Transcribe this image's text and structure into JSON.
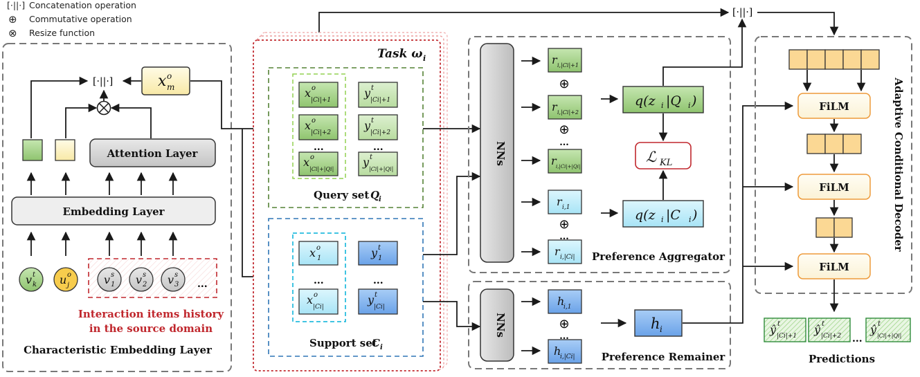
{
  "legend": {
    "concat_symbol": "[·||·]",
    "concat": "Concatenation operation",
    "commutative_symbol": "⊕",
    "commutative": "Commutative operation",
    "resize_symbol": "⊗",
    "resize": "Resize function"
  },
  "embedding_panel": {
    "title": "Characteristic Embedding Layer",
    "embedding_layer": "Embedding Layer",
    "attention_layer": "Attention Layer",
    "concat_op": "[·||·]",
    "resize_op": "⊗",
    "xmo_base": "x",
    "xmo_sup": "o",
    "xmo_sub": "m",
    "vk_base": "v",
    "vk_sup": "t",
    "vk_sub": "k",
    "uj_base": "u",
    "uj_sup": "o",
    "uj_sub": "j",
    "v1_base": "v",
    "v1_sup": "s",
    "v1_sub": "1",
    "v2_base": "v",
    "v2_sup": "s",
    "v2_sub": "2",
    "v3_base": "v",
    "v3_sup": "s",
    "v3_sub": "3",
    "ellipsis": "...",
    "history_line1": "Interaction items history",
    "history_line2": "in the source domain",
    "history_color": "#c0272d"
  },
  "task": {
    "title_text": "Task ω",
    "title_sub": "i",
    "query_label": "Query set ",
    "query_sym": "Q",
    "query_sub": "i",
    "support_label": "Support set ",
    "support_sym": "C",
    "support_sub": "i",
    "q_x1_sub": "|Ci|+1",
    "q_x2_sub": "|Ci|+2",
    "q_x3_sub": "|Ci|+|Qi|",
    "q_y1_sub": "|Ci|+1",
    "q_y2_sub": "|Ci|+2",
    "q_y3_sub": "|Ci|+|Qi|",
    "s_x1_sub": "1",
    "s_x2_sub": "|Ci|",
    "s_y1_sub": "1",
    "s_y2_sub": "|Ci|",
    "x_base": "x",
    "x_sup": "o",
    "y_base": "y",
    "y_sup": "t",
    "dots": "..."
  },
  "aggregator": {
    "title": "Preference Aggregator",
    "nns": "NNs",
    "r_base": "r",
    "r1_sub": "i,|Ci|+1",
    "r2_sub": "i,|Ci|+2",
    "r3_sub": "i,|Ci|+|Qi|",
    "r4_sub": "i,1",
    "r5_sub": "i,|Ci|",
    "plus": "⊕",
    "dots": "...",
    "qQ": "q(z",
    "qQ_sub": "i",
    "qQ_tail": "|Q",
    "qC_tail": "|C",
    "kl": "ℒ",
    "kl_sub": "KL"
  },
  "remainer": {
    "title": "Preference Remainer",
    "nns": "NNs",
    "h_base": "h",
    "h1_sub": "i,1",
    "h2_sub": "i,|Ci|",
    "plus": "⊕",
    "hi_base": "h",
    "hi_sub": "i"
  },
  "decoder": {
    "title": "Adaptive Conditional Decoder",
    "film1": "FiLM",
    "film2": "FiLM",
    "film3": "FiLM",
    "concat_op": "[·||·]"
  },
  "predictions": {
    "title": "Predictions",
    "y_base": "ŷ",
    "y_sup": "t",
    "p1_sub": "|Ci|+1",
    "p2_sub": "|Ci|+2",
    "p3_sub": "|Ci|+|Qi|",
    "dots": "..."
  },
  "colors": {
    "green": "#a9d18e",
    "green_light": "#c5e0b4",
    "cyan": "#bdeefb",
    "blue": "#7fb2f0",
    "yellow": "#fdf2c8",
    "orange_cell": "#fbd894",
    "gray": "#d9d9d9",
    "red_dashed": "#c0272d"
  }
}
